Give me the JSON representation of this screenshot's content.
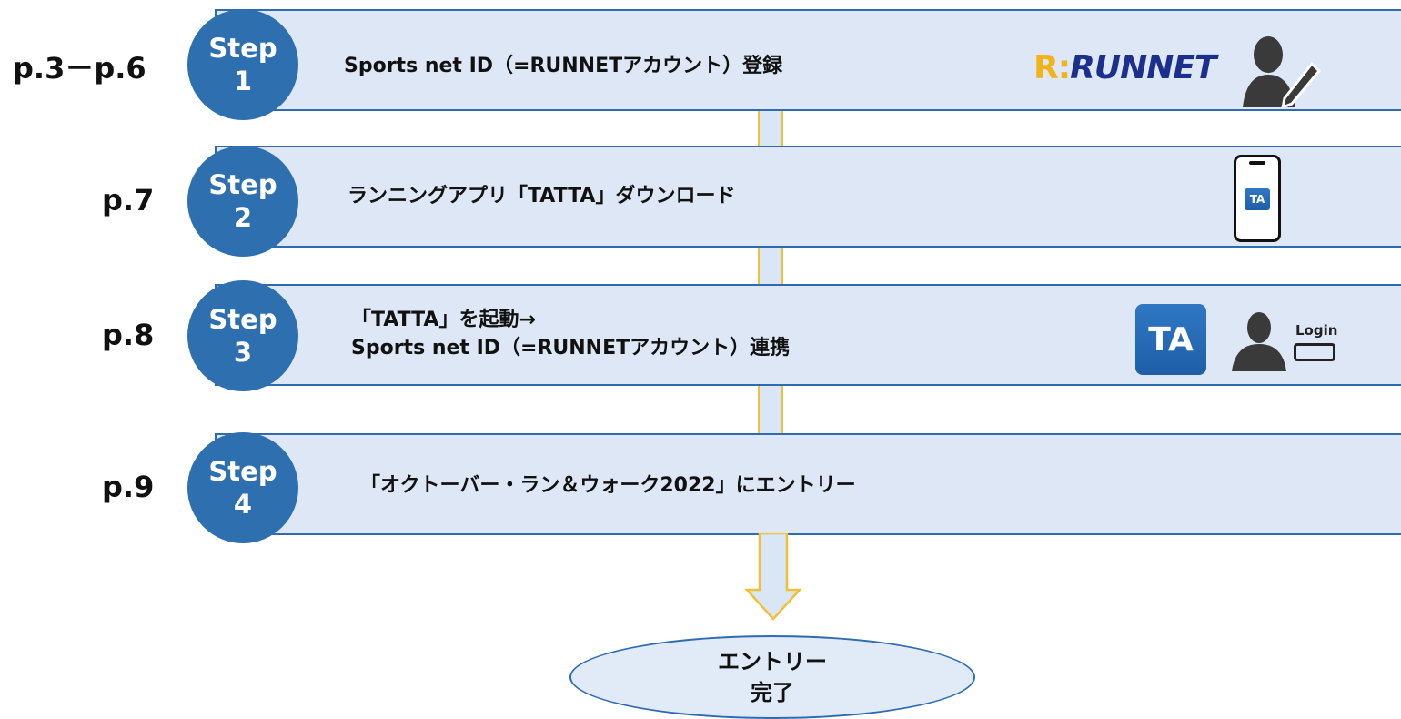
{
  "steps": [
    {
      "page": "p.3－p.6",
      "step_word": "Step",
      "number": "1",
      "lines": [
        "Sports net ID（=RUNNETアカウント）登録"
      ]
    },
    {
      "page": "p.7",
      "step_word": "Step",
      "number": "2",
      "lines": [
        "ランニングアプリ「TATTA」ダウンロード"
      ]
    },
    {
      "page": "p.8",
      "step_word": "Step",
      "number": "3",
      "lines": [
        "「TATTA」を起動→",
        "Sports net ID（=RUNNETアカウント）連携"
      ]
    },
    {
      "page": "p.9",
      "step_word": "Step",
      "number": "4",
      "lines": [
        "「オクトーバー・ラン＆ウォーク2022」にエントリー"
      ]
    }
  ],
  "logos": {
    "runnet": "RUNNET",
    "tatta_small": "TA",
    "tatta_large": "TA",
    "login_label": "Login"
  },
  "icons": [
    "user-edit-icon",
    "smartphone-icon",
    "tatta-app-icon",
    "user-login-icon",
    "down-arrow-icon"
  ],
  "completion": {
    "line1": "エントリー",
    "line2": "完了"
  },
  "colors": {
    "step_circle": "#2e6fb0",
    "bar_fill": "#dde7f5",
    "bar_border": "#2e6bb0",
    "connector_border": "#f2c037",
    "ellipse_fill": "#e1ebf7"
  }
}
